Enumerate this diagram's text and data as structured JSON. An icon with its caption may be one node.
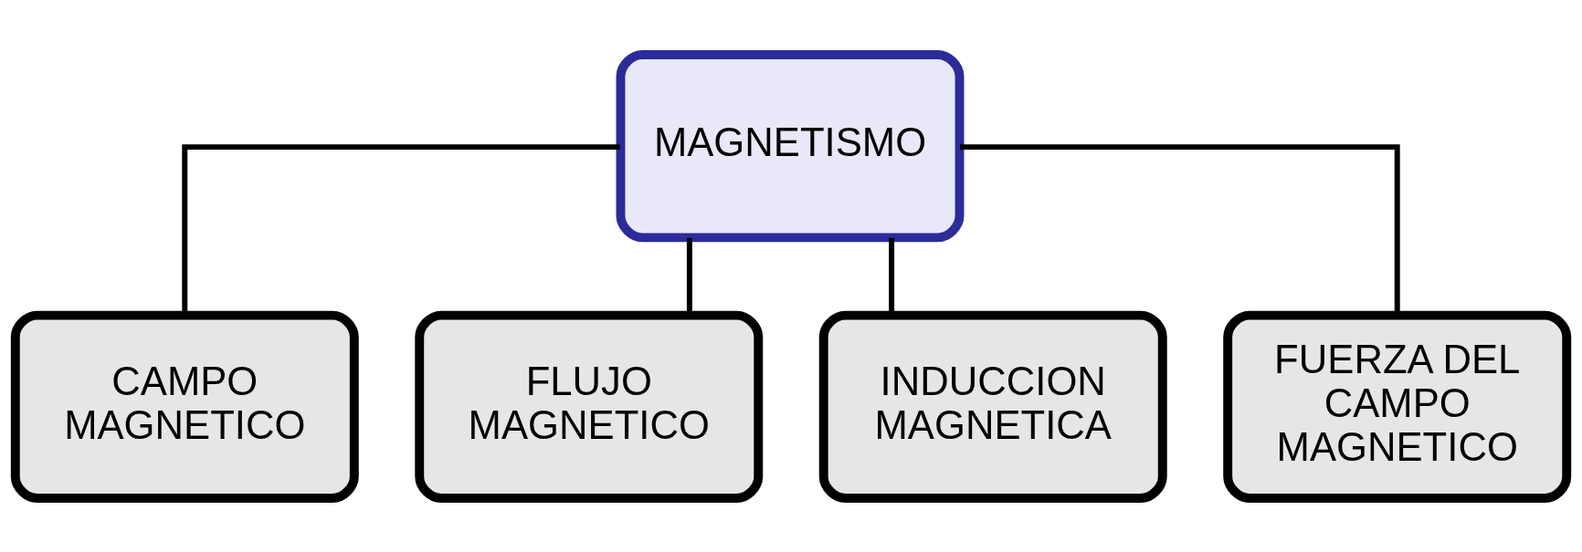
{
  "diagram": {
    "nodes": [
      {
        "text": [
          "MAGNETISMO"
        ]
      },
      {
        "text": [
          "CAMPO MAGNETICO"
        ]
      },
      {
        "text": [
          "FLUJO MAGNETICO"
        ]
      },
      {
        "text": [
          "INDUCCION MAGNETICA"
        ]
      },
      {
        "text": [
          "FUERZA DEL CAMPO MAGNETICO"
        ]
      }
    ],
    "edges": [
      {
        "from": 0,
        "to": 1,
        "arrow": "none"
      },
      {
        "from": 0,
        "to": 2,
        "arrow": "none"
      },
      {
        "from": 0,
        "to": 3,
        "arrow": "none"
      },
      {
        "from": 0,
        "to": 4,
        "arrow": "none"
      }
    ]
  }
}
